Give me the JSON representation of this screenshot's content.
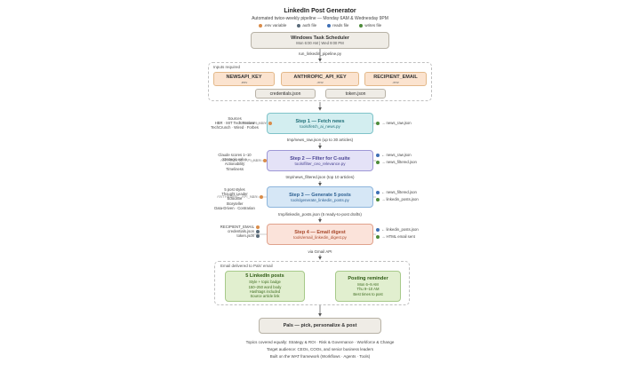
{
  "title": "LinkedIn Post Generator",
  "subtitle": "Automated twice-weekly pipeline — Monday 6AM & Wednesday 9PM",
  "legend": [
    {
      "label": ".env variable",
      "color": "#d98c4a"
    },
    {
      "label": "auth file",
      "color": "#5a6b7a"
    },
    {
      "label": "reads file",
      "color": "#3f6fb5"
    },
    {
      "label": "writes file",
      "color": "#4d8b3a"
    }
  ],
  "scheduler": {
    "title": "Windows Task Scheduler",
    "schedule": "Mon 6:00 AM | Wed 9:00 PM"
  },
  "run_label": "run_linkedin_pipeline.py",
  "inputs": {
    "label": "Inputs required",
    "keys": [
      {
        "name": "NEWSAPI_KEY",
        "src": ".env"
      },
      {
        "name": "ANTHROPIC_API_KEY",
        "src": ".env"
      },
      {
        "name": "RECIPIENT_EMAIL",
        "src": ".env"
      }
    ],
    "files": [
      "credentials.json",
      "token.json"
    ]
  },
  "steps": [
    {
      "title": "Step 1 — Fetch news",
      "path": "tools/fetch_ai_news.py",
      "left": [
        "Sources",
        "HBR · MIT Tech Review",
        "TechCrunch · Wired · Forbes"
      ],
      "left_key": "NEWSAPI_KEY",
      "outputs": [
        {
          "text": "→ news_raw.json",
          "kind": "writes"
        }
      ],
      "below": "tmp/news_raw.json (up to 30 articles)"
    },
    {
      "title": "Step 2 — Filter for C-suite",
      "path": "tools/filter_ceo_relevance.py",
      "left": [
        "Claude scores 1–10",
        "Strategic value",
        "Actionability",
        "Timeliness"
      ],
      "left_key": "ANTHROPIC_API_KEY",
      "outputs": [
        {
          "text": "← news_raw.json",
          "kind": "reads"
        },
        {
          "text": "→ news_filtered.json",
          "kind": "writes"
        }
      ],
      "below": "tmp/news_filtered.json (top 10 articles)"
    },
    {
      "title": "Step 3 — Generate 5 posts",
      "path": "tools/generate_linkedin_posts.py",
      "left": [
        "5 post styles",
        "Thought Leader",
        "Educator",
        "Storyteller",
        "Data-Driven · Contrarian"
      ],
      "left_key": "ANTHROPIC_API_KEY",
      "outputs": [
        {
          "text": "← news_filtered.json",
          "kind": "reads"
        },
        {
          "text": "→ linkedin_posts.json",
          "kind": "writes"
        }
      ],
      "below": "tmp/linkedin_posts.json (5 ready-to-post drafts)"
    },
    {
      "title": "Step 4 — Email digest",
      "path": "tools/email_linkedin_digest.py",
      "left": [
        "RECIPIENT_EMAIL",
        "credentials.json",
        "token.json"
      ],
      "left_key": "",
      "outputs": [
        {
          "text": "← linkedin_posts.json",
          "kind": "reads"
        },
        {
          "text": "→ HTML email sent",
          "kind": "writes"
        }
      ],
      "below": "via Gmail API"
    }
  ],
  "email": {
    "label": "Email delivered to Pals' email",
    "posts": {
      "title": "5 LinkedIn posts",
      "lines": [
        "Style + topic badge",
        "150–250 word body",
        "Hashtags included",
        "Source article link"
      ]
    },
    "reminder": {
      "title": "Posting reminder",
      "lines": [
        "Mon 6–9 AM",
        "Thu 9–10 AM",
        "Best times to post"
      ]
    }
  },
  "final": "Pals — pick, personalize & post",
  "footer": [
    "Topics covered equally: Strategy & ROI · Risk & Governance · Workforce & Change",
    "Target audience: CEOs, COOs, and senior business leaders",
    "Built on the WAT framework (Workflows · Agents · Tools)"
  ]
}
